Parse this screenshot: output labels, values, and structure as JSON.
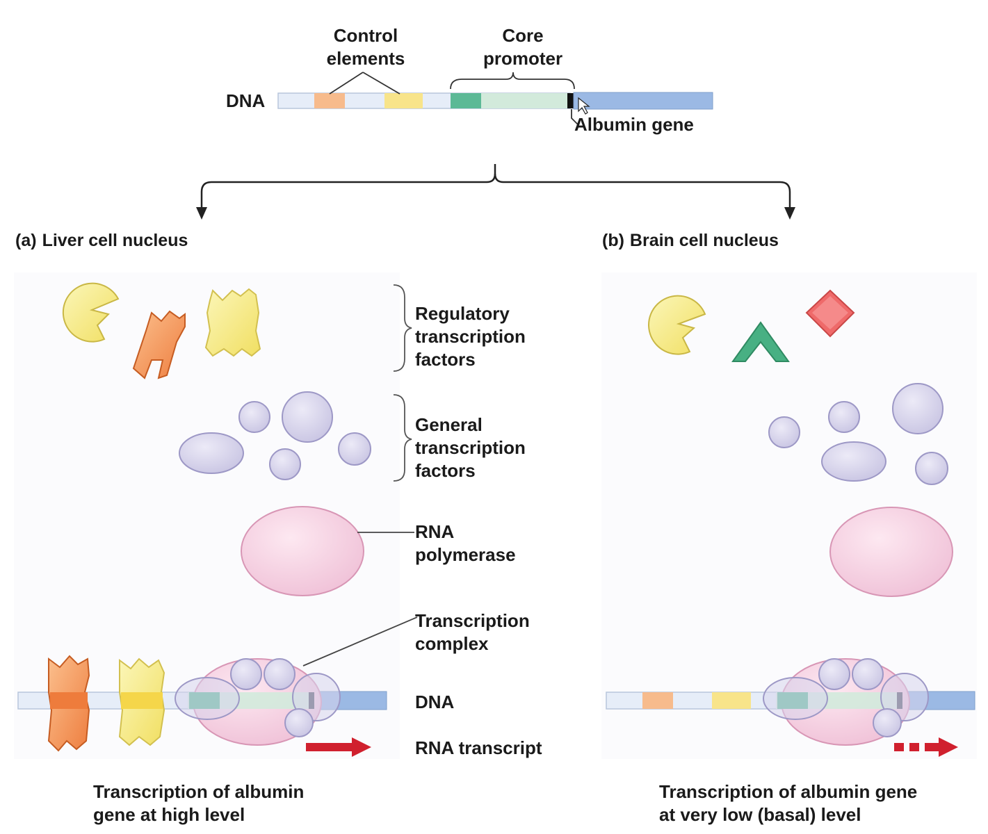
{
  "top_dna": {
    "label_dna": "DNA",
    "control_elements": [
      "Control",
      "elements"
    ],
    "core_promoter": [
      "Core",
      "promoter"
    ],
    "albumin_gene": "Albumin gene"
  },
  "panel_a": {
    "title_letter": "(a)",
    "title_text": "Liver cell nucleus",
    "caption": [
      "Transcription of albumin",
      "gene at high level"
    ]
  },
  "panel_b": {
    "title_letter": "(b)",
    "title_text": "Brain cell nucleus",
    "caption": [
      "Transcription of albumin gene",
      "at very low (basal) level"
    ]
  },
  "labels": {
    "regulatory": [
      "Regulatory",
      "transcription",
      "factors"
    ],
    "general": [
      "General",
      "transcription",
      "factors"
    ],
    "rna_polymerase": [
      "RNA",
      "polymerase"
    ],
    "transcription_complex": [
      "Transcription",
      "complex"
    ],
    "dna": "DNA",
    "rna_transcript": "RNA transcript"
  },
  "colors": {
    "dna_strand": "#e4ecf7",
    "gene": "#9ab8e3",
    "control_orange": "#f6b98a",
    "control_yellow": "#f8e58a",
    "tata_green": "#5ab894",
    "promoter_light": "#cfe8d9",
    "regulatory_yellow": "#f8ee8c",
    "regulatory_orange": "#f59a5e",
    "general_tf": "#d7d5ec",
    "rna_polymerase": "#f8d7e6",
    "arrow_red": "#d0202e",
    "green_factor": "#48b083",
    "red_factor": "#ef6a6a"
  }
}
